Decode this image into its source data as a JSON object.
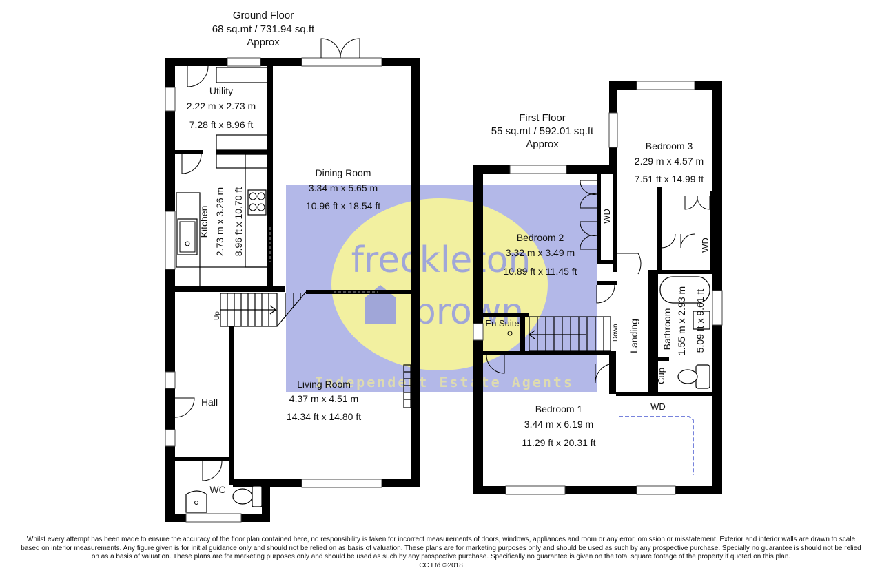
{
  "ground_floor": {
    "title": "Ground Floor",
    "area": "68 sq.mt / 731.94 sq.ft",
    "approx": "Approx",
    "rooms": {
      "utility": {
        "name": "Utility",
        "metric": "2.22 m x 2.73 m",
        "imperial": "7.28 ft x 8.96 ft"
      },
      "dining": {
        "name": "Dining Room",
        "metric": "3.34 m x 5.65 m",
        "imperial": "10.96 ft x 18.54 ft"
      },
      "kitchen": {
        "name": "Kitchen",
        "metric": "2.73 m x 3.26 m",
        "imperial": "8.96 ft x 10.70 ft"
      },
      "living": {
        "name": "Living Room",
        "metric": "4.37 m x 4.51 m",
        "imperial": "14.34 ft x 14.80 ft"
      },
      "hall": {
        "name": "Hall"
      },
      "wc": {
        "name": "WC"
      }
    },
    "stairs_label": "Up"
  },
  "first_floor": {
    "title": "First Floor",
    "area": "55 sq.mt / 592.01 sq.ft",
    "approx": "Approx",
    "rooms": {
      "bedroom3": {
        "name": "Bedroom 3",
        "metric": "2.29 m x 4.57 m",
        "imperial": "7.51 ft x 14.99 ft"
      },
      "bedroom2": {
        "name": "Bedroom 2",
        "metric": "3.32 m x 3.49 m",
        "imperial": "10.89 ft x 11.45 ft"
      },
      "bedroom1": {
        "name": "Bedroom 1",
        "metric": "3.44 m x 6.19 m",
        "imperial": "11.29 ft x 20.31 ft"
      },
      "bathroom": {
        "name": "Bathroom",
        "metric": "1.55 m x 2.93 m",
        "imperial": "5.09 ft x 9.61 ft"
      },
      "landing": {
        "name": "Landing"
      },
      "ensuite": {
        "name": "En Suite"
      },
      "cup": {
        "name": "Cup"
      }
    },
    "wardrobe_label": "WD",
    "stairs_label": "Down"
  },
  "watermark": {
    "line1": "freckleton",
    "line2": "brown",
    "tagline": "Independent Estate Agents",
    "colors": {
      "box": "#b3b8e8",
      "ellipse": "#f2f0a0",
      "text": "#a0a6d8",
      "tagline": "#dedbb0"
    }
  },
  "disclaimer": [
    "Whilst every attempt has been made to ensure the accuracy of the floor plan contained here, no responsibility is taken for incorrect measurements of doors, windows, appliances and room or any error, omission or misstatement. Exterior and interior walls are drawn to scale",
    "based on interior measurements. Any figure given is for initial guidance only and should not be relied on as basis of valuation. These plans are for marketing purposes only and should be used as such by any prospective purchase. Specially no guarantee is should not be relied",
    "on as a basis of valuation. These plans are for marketing purposes only and should be used as such by any prospective purchase. Specifically no guarantee is given on the total square footage of the property if quoted on this plan.",
    "CC Ltd ©2018"
  ]
}
